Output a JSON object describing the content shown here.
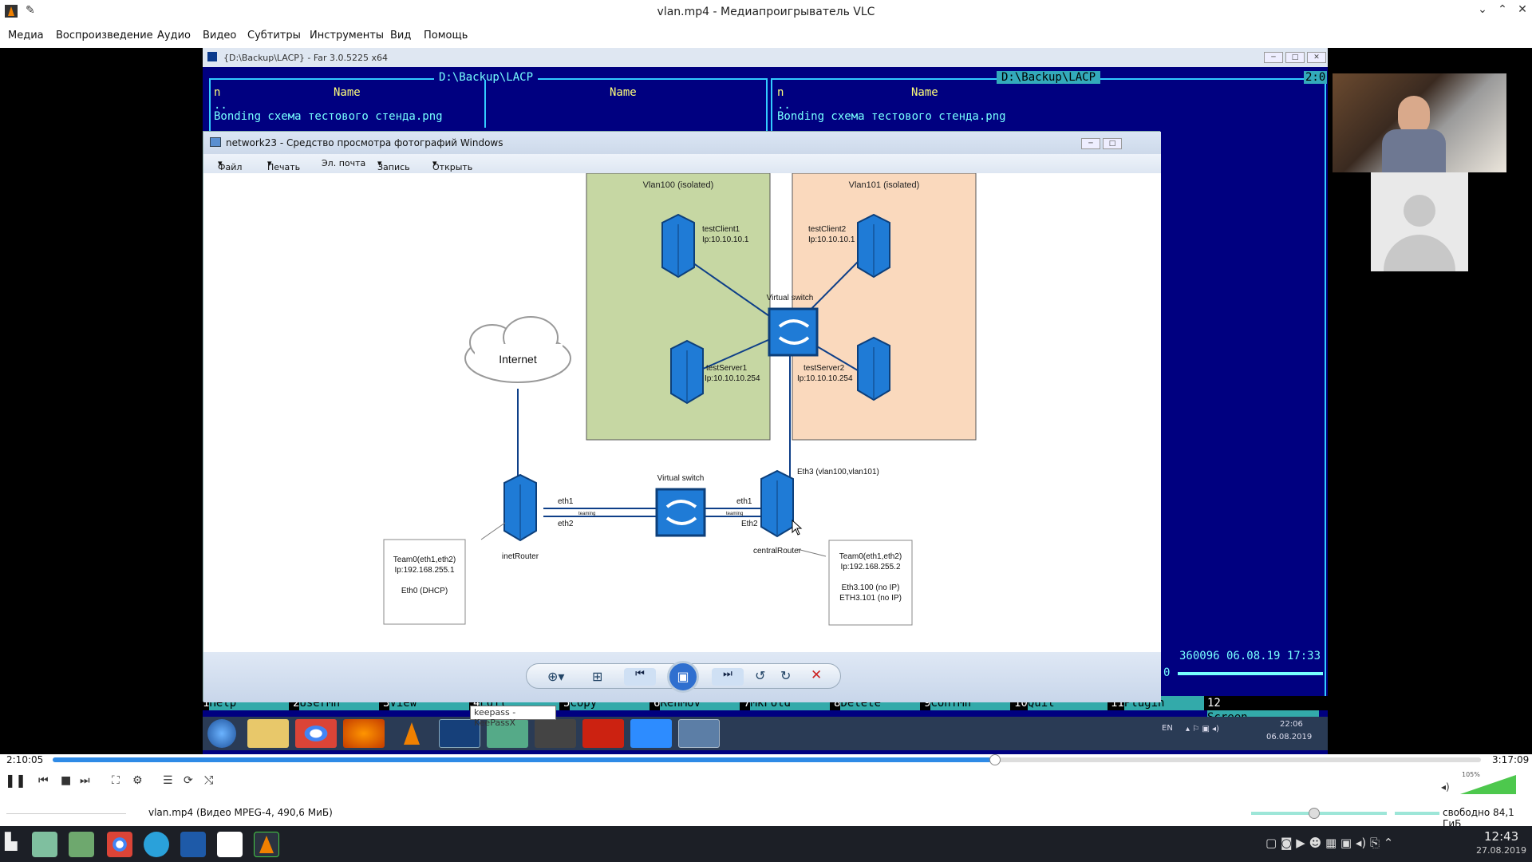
{
  "window": {
    "title": "vlan.mp4 - Медиапроигрыватель VLC"
  },
  "menu": [
    "Медиа",
    "Воспроизведение",
    "Аудио",
    "Видео",
    "Субтитры",
    "Инструменты",
    "Вид",
    "Помощь"
  ],
  "far": {
    "title": "{D:\\Backup\\LACP} - Far 3.0.5225 x64",
    "left_path": "D:\\Backup\\LACP",
    "right_path": "D:\\Backup\\LACP",
    "clock": "2:0",
    "col_n": "n",
    "col_name": "Name",
    "updir": "..",
    "file": "Bonding схема тестового стенда.png",
    "info_line": "360096 06.08.19 17:33",
    "info_zero": "0",
    "fkeys": [
      {
        "n": "1",
        "label": "Help"
      },
      {
        "n": "2",
        "label": "UserMn"
      },
      {
        "n": "3",
        "label": "View"
      },
      {
        "n": "4",
        "label": "Edit"
      },
      {
        "n": "5",
        "label": "Copy"
      },
      {
        "n": "6",
        "label": "RenMov"
      },
      {
        "n": "7",
        "label": "MkFold"
      },
      {
        "n": "8",
        "label": "Delete"
      },
      {
        "n": "9",
        "label": "ConfMn"
      },
      {
        "n": "10",
        "label": "Quit"
      },
      {
        "n": "11",
        "label": "Plugin"
      },
      {
        "n": "12",
        "label": "Screen"
      }
    ]
  },
  "viewer": {
    "title": "network23 - Средство просмотра фотографий Windows",
    "menu": [
      "Файл",
      "Печать",
      "Эл. почта",
      "Запись",
      "Открыть"
    ]
  },
  "diagram": {
    "vlan100": "Vlan100 (isolated)",
    "vlan101": "Vlan101 (isolated)",
    "client1": "testClient1",
    "client1_ip": "Ip:10.10.10.1",
    "client2": "testClient2",
    "client2_ip": "Ip:10.10.10.1",
    "server1": "testServer1",
    "server1_ip": "Ip:10.10.10.254",
    "server2": "testServer2",
    "server2_ip": "Ip:10.10.10.254",
    "vswitch_top": "Virtual switch",
    "vswitch_bottom": "Virtual switch",
    "internet": "Internet",
    "eth3": "Eth3 (vlan100,vlan101)",
    "eth1_a": "eth1",
    "eth2_a": "eth2",
    "eth1_b": "eth1",
    "eth2_b": "Eth2",
    "teaming": "teaming",
    "inet_router": "inetRouter",
    "central_router": "centralRouter",
    "inet_box": [
      "Team0(eth1,eth2)",
      "Ip:192.168.255.1",
      "",
      "Eth0 (DHCP)"
    ],
    "central_box": [
      "Team0(eth1,eth2)",
      "Ip:192.168.255.2",
      "",
      "Eth3.100 (no IP)",
      "ETH3.101 (no IP)"
    ]
  },
  "inner_taskbar": {
    "tooltip": "keepass - KeePassX",
    "lang": "EN",
    "time": "22:06",
    "date": "06.08.2019"
  },
  "player": {
    "elapsed": "2:10:05",
    "total": "3:17:09",
    "progress_fraction": 0.66,
    "volume_label": "105%",
    "volume_fraction": 1.0,
    "status_file": "vlan.mp4 (Видео MPEG-4, 490,6 МиБ)",
    "status_free": "свободно 84,1 ГиБ"
  },
  "taskbar": {
    "time": "12:43",
    "date": "27.08.2019"
  },
  "colors": {
    "far_blue": "#000080",
    "far_cyan": "#33aaaa",
    "vlc_orange": "#f08000",
    "progress_blue": "#2e8ae6",
    "vlan100": "#c6d7a3",
    "vlan101": "#fad9bd",
    "server_blue": "#1f7bd6"
  }
}
